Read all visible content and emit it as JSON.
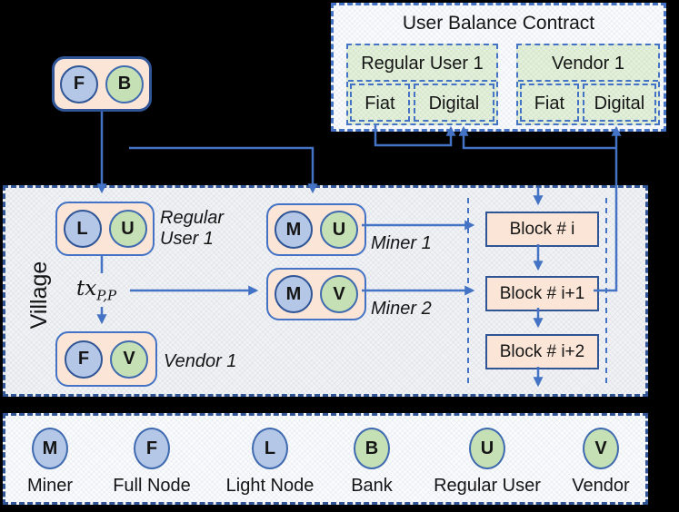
{
  "colors": {
    "accent_blue": "#4472C4",
    "dark_blue": "#2F5597",
    "circle_blue_fill": "#B4C7E7",
    "circle_green_fill": "#C5E0B4",
    "node_peach_fill": "#FBE5D6",
    "account_green_fill": "#E2EFDA"
  },
  "bank_node": {
    "letters": [
      "F",
      "B"
    ]
  },
  "contract": {
    "title": "User Balance Contract",
    "accounts": [
      {
        "name": "Regular User 1",
        "cells": [
          "Fiat",
          "Digital"
        ]
      },
      {
        "name": "Vendor 1",
        "cells": [
          "Fiat",
          "Digital"
        ]
      }
    ]
  },
  "village": {
    "label": "Village",
    "nodes": [
      {
        "letters": [
          "L",
          "U"
        ],
        "label": "Regular User 1"
      },
      {
        "letters": [
          "M",
          "U"
        ],
        "label": "Miner 1"
      },
      {
        "letters": [
          "M",
          "V"
        ],
        "label": "Miner 2"
      },
      {
        "letters": [
          "F",
          "V"
        ],
        "label": "Vendor 1"
      }
    ],
    "tx": {
      "base": "tx",
      "sub": "P,P"
    },
    "blocks": [
      "Block # i",
      "Block # i+1",
      "Block # i+2"
    ]
  },
  "legend": {
    "items": [
      {
        "letter": "M",
        "label": "Miner",
        "color": "blue"
      },
      {
        "letter": "F",
        "label": "Full Node",
        "color": "blue"
      },
      {
        "letter": "L",
        "label": "Light Node",
        "color": "blue"
      },
      {
        "letter": "B",
        "label": "Bank",
        "color": "green"
      },
      {
        "letter": "U",
        "label": "Regular User",
        "color": "green"
      },
      {
        "letter": "V",
        "label": "Vendor",
        "color": "green"
      }
    ]
  }
}
